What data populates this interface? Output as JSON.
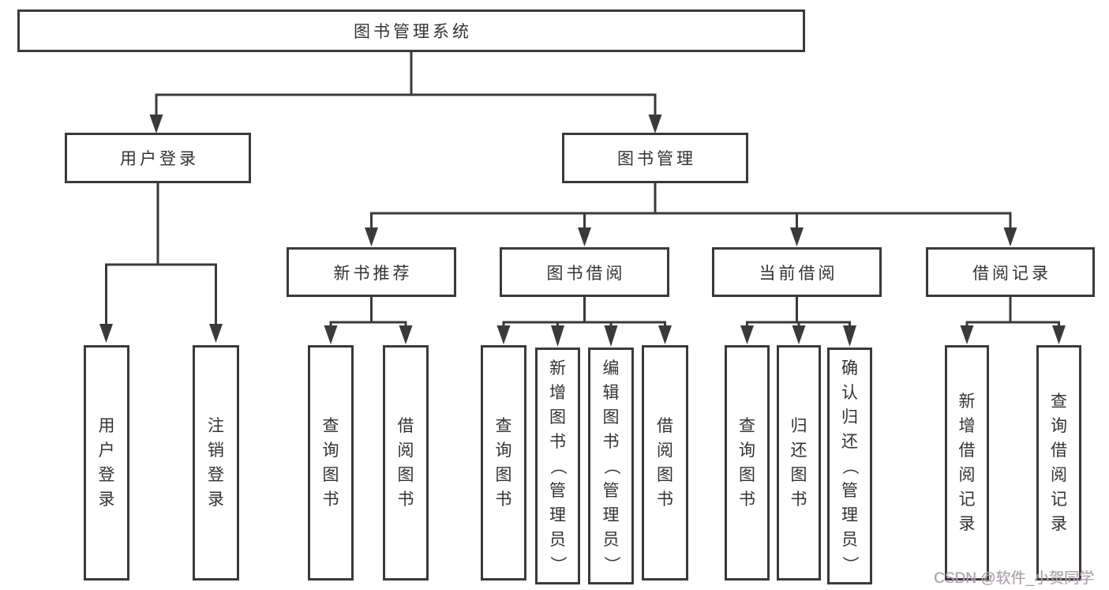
{
  "diagram": {
    "root": {
      "label": "图书管理系统"
    },
    "level2": [
      {
        "label": "用户登录"
      },
      {
        "label": "图书管理"
      }
    ],
    "level3": [
      {
        "label": "新书推荐"
      },
      {
        "label": "图书借阅"
      },
      {
        "label": "当前借阅"
      },
      {
        "label": "借阅记录"
      }
    ],
    "leaves": [
      {
        "label": "用户登录"
      },
      {
        "label": "注销登录"
      },
      {
        "label": "查询图书"
      },
      {
        "label": "借阅图书"
      },
      {
        "label": "查询图书"
      },
      {
        "label": "新增图书（管理员）"
      },
      {
        "label": "编辑图书（管理员）"
      },
      {
        "label": "借阅图书"
      },
      {
        "label": "查询图书"
      },
      {
        "label": "归还图书"
      },
      {
        "label": "确认归还（管理员）"
      },
      {
        "label": "新增借阅记录"
      },
      {
        "label": "查询借阅记录"
      }
    ],
    "watermark": "CSDN @软件_小贺同学",
    "colors": {
      "line": "#3a3a3a",
      "text": "#333333",
      "watermark": "#a3a3ab",
      "background": "#ffffff"
    }
  }
}
